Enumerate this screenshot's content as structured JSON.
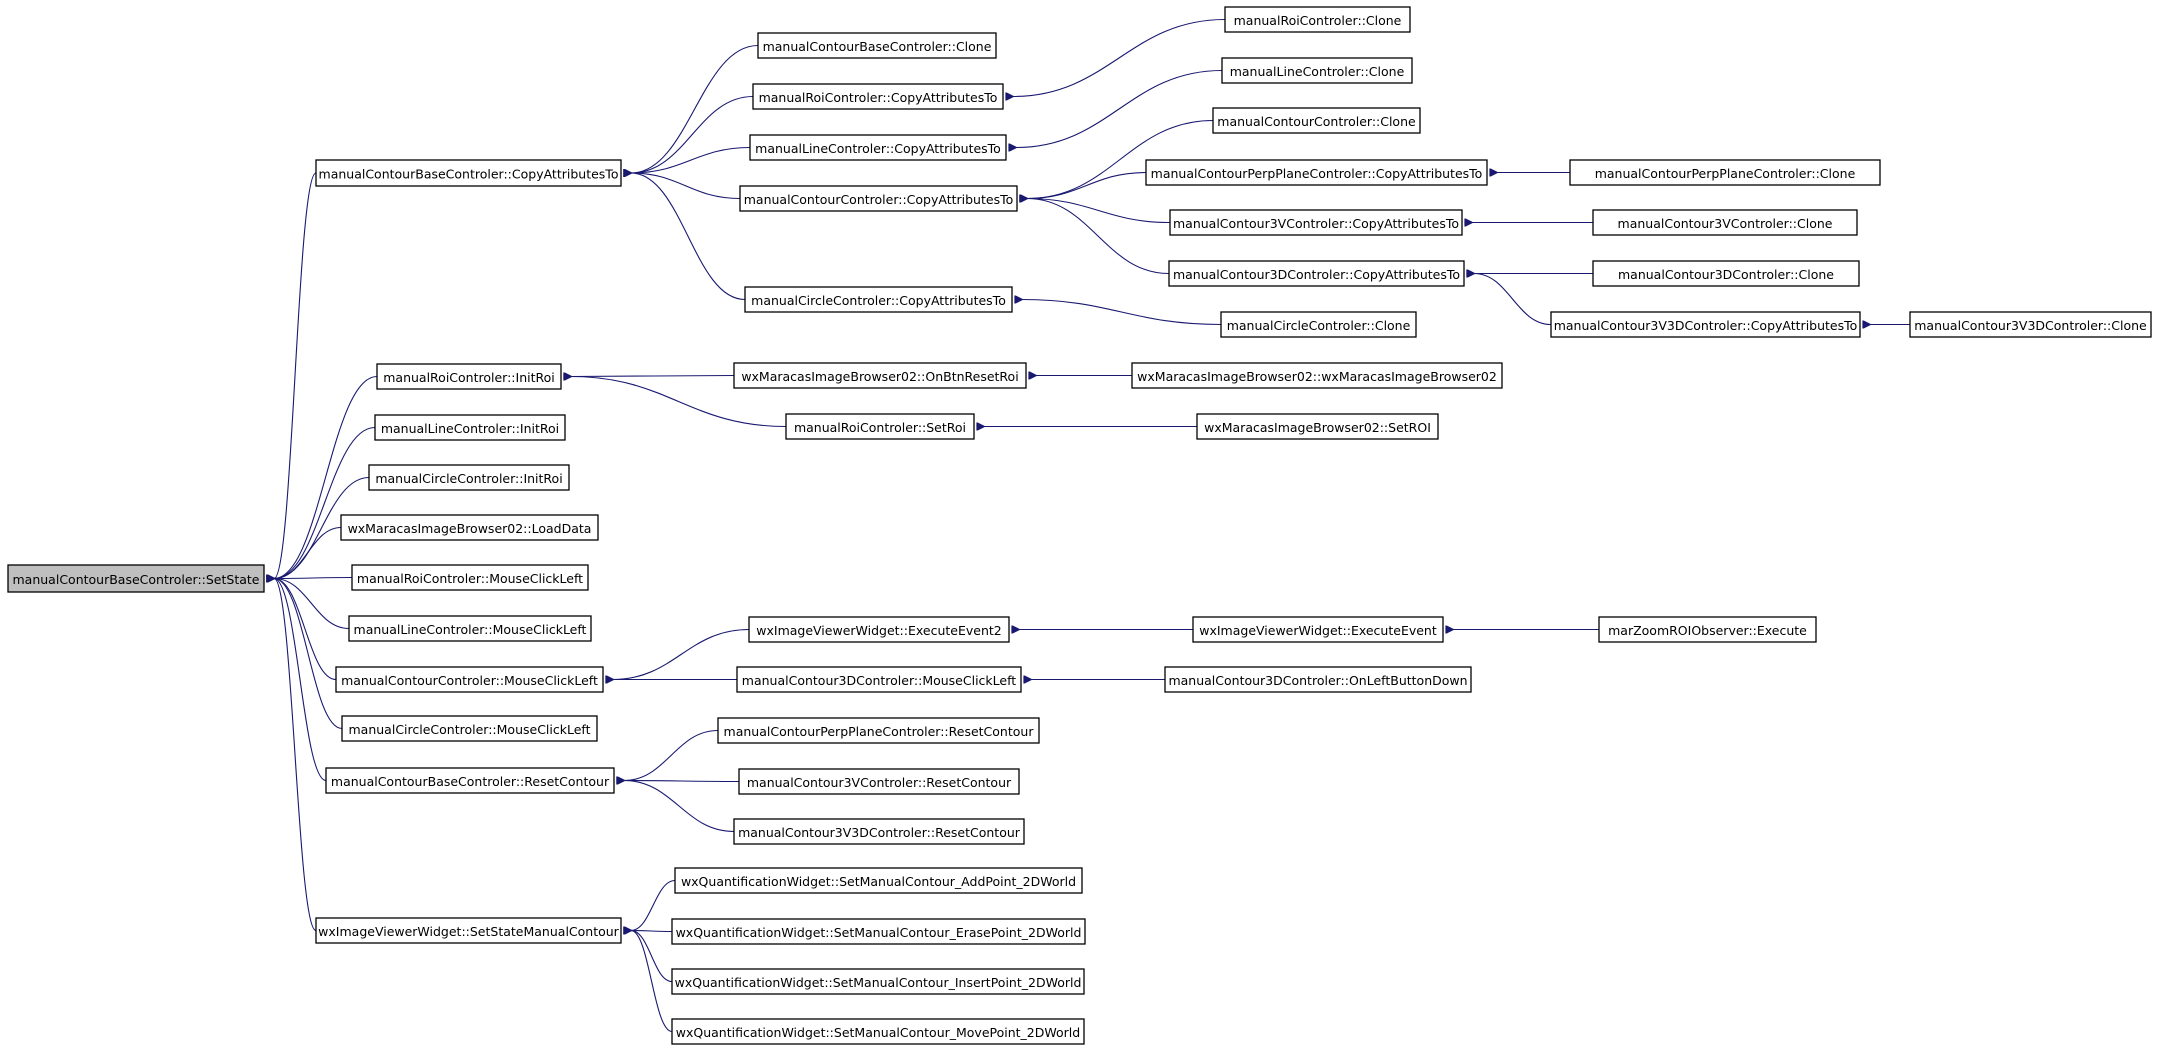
{
  "graph": {
    "root": "manualContourBaseControler::SetState",
    "nodes": [
      {
        "id": "n0",
        "label": "manualContourBaseControler::SetState",
        "root": true
      },
      {
        "id": "n1",
        "label": "manualContourBaseControler::CopyAttributesTo"
      },
      {
        "id": "n2",
        "label": "manualRoiControler::InitRoi"
      },
      {
        "id": "n3",
        "label": "manualLineControler::InitRoi"
      },
      {
        "id": "n4",
        "label": "manualCircleControler::InitRoi"
      },
      {
        "id": "n5",
        "label": "wxMaracasImageBrowser02::LoadData"
      },
      {
        "id": "n6",
        "label": "manualRoiControler::MouseClickLeft"
      },
      {
        "id": "n7",
        "label": "manualLineControler::MouseClickLeft"
      },
      {
        "id": "n8",
        "label": "manualContourControler::MouseClickLeft"
      },
      {
        "id": "n9",
        "label": "manualCircleControler::MouseClickLeft"
      },
      {
        "id": "n10",
        "label": "manualContourBaseControler::ResetContour"
      },
      {
        "id": "n11",
        "label": "wxImageViewerWidget::SetStateManualContour"
      },
      {
        "id": "n12",
        "label": "manualContourBaseControler::Clone"
      },
      {
        "id": "n13",
        "label": "manualRoiControler::CopyAttributesTo"
      },
      {
        "id": "n14",
        "label": "manualLineControler::CopyAttributesTo"
      },
      {
        "id": "n15",
        "label": "manualContourControler::CopyAttributesTo"
      },
      {
        "id": "n16",
        "label": "manualCircleControler::CopyAttributesTo"
      },
      {
        "id": "n17",
        "label": "wxMaracasImageBrowser02::OnBtnResetRoi"
      },
      {
        "id": "n18",
        "label": "manualRoiControler::SetRoi"
      },
      {
        "id": "n19",
        "label": "wxImageViewerWidget::ExecuteEvent2"
      },
      {
        "id": "n20",
        "label": "manualContour3DControler::MouseClickLeft"
      },
      {
        "id": "n21",
        "label": "manualContourPerpPlaneControler::ResetContour"
      },
      {
        "id": "n22",
        "label": "manualContour3VControler::ResetContour"
      },
      {
        "id": "n23",
        "label": "manualContour3V3DControler::ResetContour"
      },
      {
        "id": "n24",
        "label": "wxQuantificationWidget::SetManualContour_AddPoint_2DWorld"
      },
      {
        "id": "n25",
        "label": "wxQuantificationWidget::SetManualContour_ErasePoint_2DWorld"
      },
      {
        "id": "n26",
        "label": "wxQuantificationWidget::SetManualContour_InsertPoint_2DWorld"
      },
      {
        "id": "n27",
        "label": "wxQuantificationWidget::SetManualContour_MovePoint_2DWorld"
      },
      {
        "id": "n28",
        "label": "manualRoiControler::Clone"
      },
      {
        "id": "n29",
        "label": "manualLineControler::Clone"
      },
      {
        "id": "n30",
        "label": "manualContourControler::Clone"
      },
      {
        "id": "n31",
        "label": "manualContourPerpPlaneControler::CopyAttributesTo"
      },
      {
        "id": "n32",
        "label": "manualContour3VControler::CopyAttributesTo"
      },
      {
        "id": "n33",
        "label": "manualContour3DControler::CopyAttributesTo"
      },
      {
        "id": "n34",
        "label": "manualCircleControler::Clone"
      },
      {
        "id": "n35",
        "label": "wxMaracasImageBrowser02::wxMaracasImageBrowser02"
      },
      {
        "id": "n36",
        "label": "wxMaracasImageBrowser02::SetROI"
      },
      {
        "id": "n37",
        "label": "wxImageViewerWidget::ExecuteEvent"
      },
      {
        "id": "n38",
        "label": "manualContour3DControler::OnLeftButtonDown"
      },
      {
        "id": "n39",
        "label": "manualContourPerpPlaneControler::Clone"
      },
      {
        "id": "n40",
        "label": "manualContour3VControler::Clone"
      },
      {
        "id": "n41",
        "label": "manualContour3DControler::Clone"
      },
      {
        "id": "n42",
        "label": "manualContour3V3DControler::CopyAttributesTo"
      },
      {
        "id": "n43",
        "label": "marZoomROIObserver::Execute"
      },
      {
        "id": "n44",
        "label": "manualContour3V3DControler::Clone"
      }
    ],
    "edges": [
      [
        "n1",
        "n0"
      ],
      [
        "n2",
        "n0"
      ],
      [
        "n3",
        "n0"
      ],
      [
        "n4",
        "n0"
      ],
      [
        "n5",
        "n0"
      ],
      [
        "n6",
        "n0"
      ],
      [
        "n7",
        "n0"
      ],
      [
        "n8",
        "n0"
      ],
      [
        "n9",
        "n0"
      ],
      [
        "n10",
        "n0"
      ],
      [
        "n11",
        "n0"
      ],
      [
        "n12",
        "n1"
      ],
      [
        "n13",
        "n1"
      ],
      [
        "n14",
        "n1"
      ],
      [
        "n15",
        "n1"
      ],
      [
        "n16",
        "n1"
      ],
      [
        "n28",
        "n13"
      ],
      [
        "n29",
        "n14"
      ],
      [
        "n30",
        "n15"
      ],
      [
        "n31",
        "n15"
      ],
      [
        "n32",
        "n15"
      ],
      [
        "n33",
        "n15"
      ],
      [
        "n34",
        "n16"
      ],
      [
        "n39",
        "n31"
      ],
      [
        "n40",
        "n32"
      ],
      [
        "n41",
        "n33"
      ],
      [
        "n42",
        "n33"
      ],
      [
        "n44",
        "n42"
      ],
      [
        "n17",
        "n2"
      ],
      [
        "n18",
        "n2"
      ],
      [
        "n35",
        "n17"
      ],
      [
        "n36",
        "n18"
      ],
      [
        "n19",
        "n8"
      ],
      [
        "n20",
        "n8"
      ],
      [
        "n37",
        "n19"
      ],
      [
        "n43",
        "n37"
      ],
      [
        "n38",
        "n20"
      ],
      [
        "n21",
        "n10"
      ],
      [
        "n22",
        "n10"
      ],
      [
        "n23",
        "n10"
      ],
      [
        "n24",
        "n11"
      ],
      [
        "n25",
        "n11"
      ],
      [
        "n26",
        "n11"
      ],
      [
        "n27",
        "n11"
      ]
    ]
  }
}
